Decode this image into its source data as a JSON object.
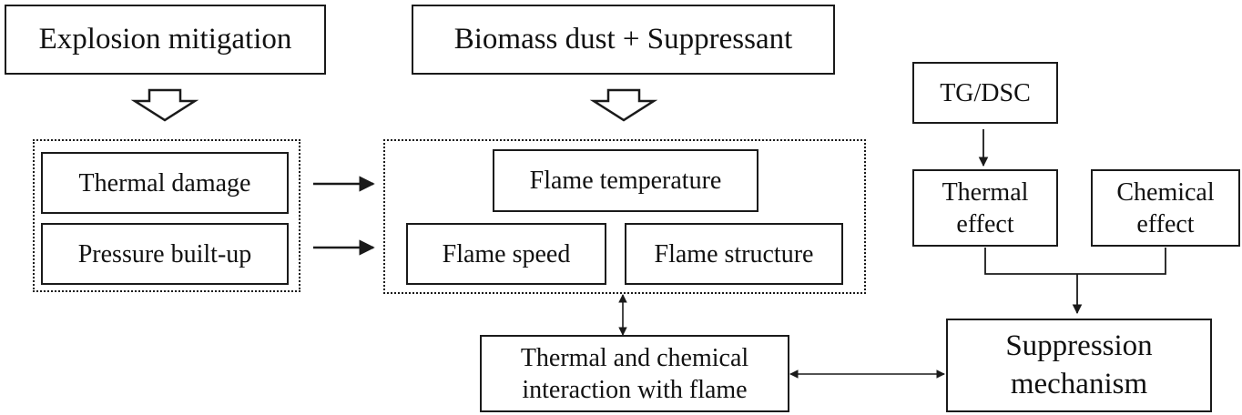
{
  "boxes": {
    "explosion_mitigation": "Explosion mitigation",
    "biomass_suppressant": "Biomass dust + Suppressant",
    "thermal_damage": "Thermal damage",
    "pressure_built_up": "Pressure built-up",
    "flame_temperature": "Flame temperature",
    "flame_speed": "Flame speed",
    "flame_structure": "Flame structure",
    "tg_dsc": "TG/DSC",
    "thermal_effect": [
      "Thermal",
      "effect"
    ],
    "chemical_effect": [
      "Chemical",
      "effect"
    ],
    "interaction": [
      "Thermal and chemical",
      "interaction with flame"
    ],
    "suppression_mechanism": [
      "Suppression",
      "mechanism"
    ]
  }
}
